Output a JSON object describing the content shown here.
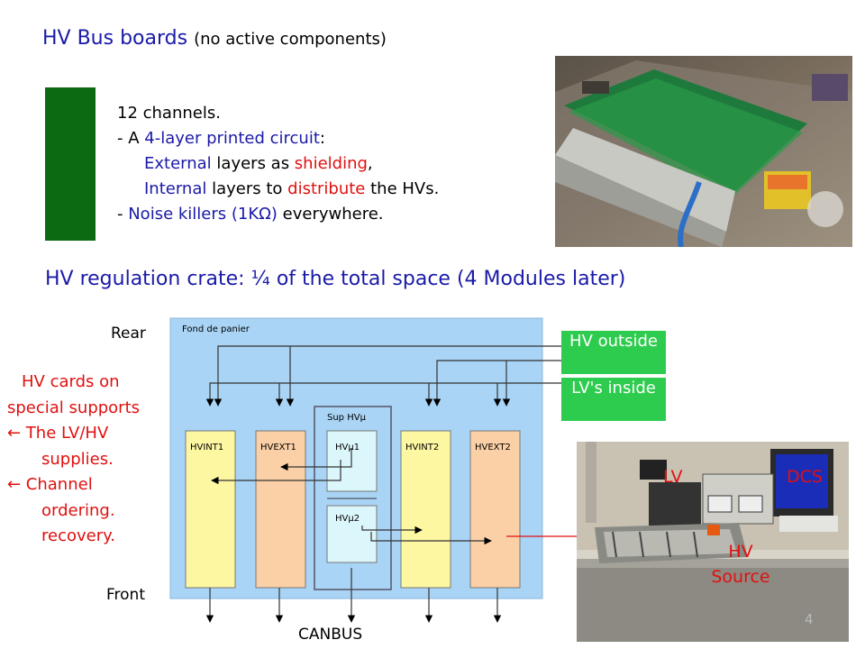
{
  "header": {
    "title": "HV Bus boards",
    "subtitle": "(no active components)"
  },
  "spec": {
    "line1": "12 channels.",
    "line2_dash": "- A ",
    "line2_blue": "4-layer printed circuit",
    "line2_end": ":",
    "line3_blue": "External",
    "line3_mid": " layers as ",
    "line3_red": "shielding",
    "line3_end": ",",
    "line4_blue": "Internal",
    "line4_mid": " layers to ",
    "line4_red": "distribute",
    "line4_end": " the HVs.",
    "line5_dash": "- ",
    "line5_blue": "Noise killers  (1KΩ)",
    "line5_end": " everywhere."
  },
  "section2": {
    "title": "HV regulation crate: ¼ of the total space (4 Modules later)"
  },
  "diagram": {
    "panel_label": "Fond de panier",
    "rear_label": "Rear",
    "front_label": "Front",
    "canbus_label": "CANBUS",
    "sup_label": "Sup HVµ",
    "cards": [
      "HVINT1",
      "HVEXT1",
      "HVINT2",
      "HVEXT2"
    ],
    "hvmu": [
      "HVµ1",
      "HVµ2"
    ],
    "hv_outside": "HV outside",
    "lv_inside": "LV's inside",
    "colors": {
      "panel": "#a9d4f5",
      "yellow": "#fdf7a2",
      "orange": "#fcd0a6",
      "cyan": "#dcf7fb",
      "green": "#2ecc4e"
    }
  },
  "notes": {
    "items": [
      "HV cards on",
      "special supports",
      "← The LV/HV",
      "supplies.",
      "← Channel",
      "ordering.",
      "recovery."
    ]
  },
  "photo2": {
    "lv": "LV",
    "dcs": "DCS",
    "hv_source": "HV Source"
  },
  "page_number": "4"
}
